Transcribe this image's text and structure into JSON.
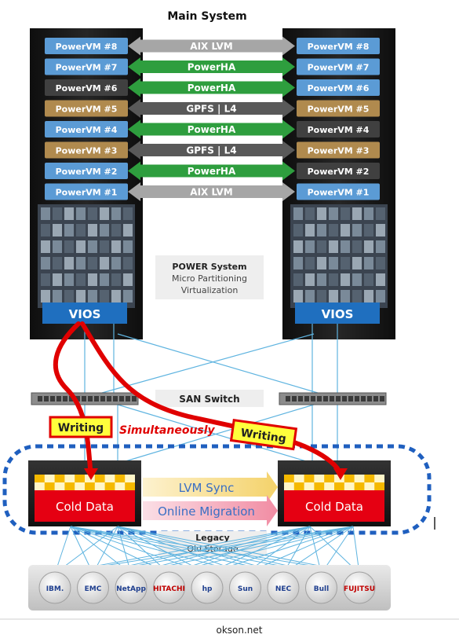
{
  "title": "Main System",
  "left_rack": {
    "modules": [
      {
        "label": "PowerVM #8",
        "color": "#5b9bd5"
      },
      {
        "label": "PowerVM #7",
        "color": "#5b9bd5"
      },
      {
        "label": "PowerVM #6",
        "color": "#404040"
      },
      {
        "label": "PowerVM #5",
        "color": "#b08a4e"
      },
      {
        "label": "PowerVM #4",
        "color": "#5b9bd5"
      },
      {
        "label": "PowerVM #3",
        "color": "#b08a4e"
      },
      {
        "label": "PowerVM #2",
        "color": "#5b9bd5"
      },
      {
        "label": "PowerVM #1",
        "color": "#5b9bd5"
      }
    ],
    "vios_label": "VIOS"
  },
  "right_rack": {
    "modules": [
      {
        "label": "PowerVM #8",
        "color": "#5b9bd5"
      },
      {
        "label": "PowerVM #7",
        "color": "#5b9bd5"
      },
      {
        "label": "PowerVM #6",
        "color": "#5b9bd5"
      },
      {
        "label": "PowerVM #5",
        "color": "#b08a4e"
      },
      {
        "label": "PowerVM #4",
        "color": "#404040"
      },
      {
        "label": "PowerVM #3",
        "color": "#b08a4e"
      },
      {
        "label": "PowerVM #2",
        "color": "#404040"
      },
      {
        "label": "PowerVM #1",
        "color": "#5b9bd5"
      }
    ],
    "vios_label": "VIOS"
  },
  "links": [
    {
      "label": "AIX LVM",
      "color": "#a6a6a6"
    },
    {
      "label": "PowerHA",
      "color": "#2e9e3e"
    },
    {
      "label": "PowerHA",
      "color": "#2e9e3e"
    },
    {
      "label": "GPFS | L4",
      "color": "#595959"
    },
    {
      "label": "PowerHA",
      "color": "#2e9e3e"
    },
    {
      "label": "GPFS | L4",
      "color": "#595959"
    },
    {
      "label": "PowerHA",
      "color": "#2e9e3e"
    },
    {
      "label": "AIX LVM",
      "color": "#a6a6a6"
    }
  ],
  "power_box": {
    "title": "POWER System",
    "line1": "Micro Partitioning",
    "line2": "Virtualization"
  },
  "san_switch_label": "SAN Switch",
  "writing_label_1": "Writing",
  "writing_label_2": "Writing",
  "simultaneously_label": "Simultaneously",
  "left_storage_label": "Cold Data",
  "right_storage_label": "Cold Data",
  "sync_label": "LVM Sync",
  "migration_label": "Online Migration",
  "legacy_title": "Legacy",
  "legacy_subtitle": "Old Storage",
  "vendors": [
    "IBM.",
    "EMC",
    "NetApp",
    "HITACHI",
    "hp",
    "Sun",
    "NEC",
    "Bull",
    "FUJITSU"
  ],
  "footer": "okson.net",
  "colors": {
    "rack": "#1a1a1a",
    "vios": "#1f6fbf",
    "red": "#e00000",
    "writing_fill": "#ffff3c",
    "dashed_border": "#1f5fbf",
    "cable": "#5fb4e0"
  }
}
